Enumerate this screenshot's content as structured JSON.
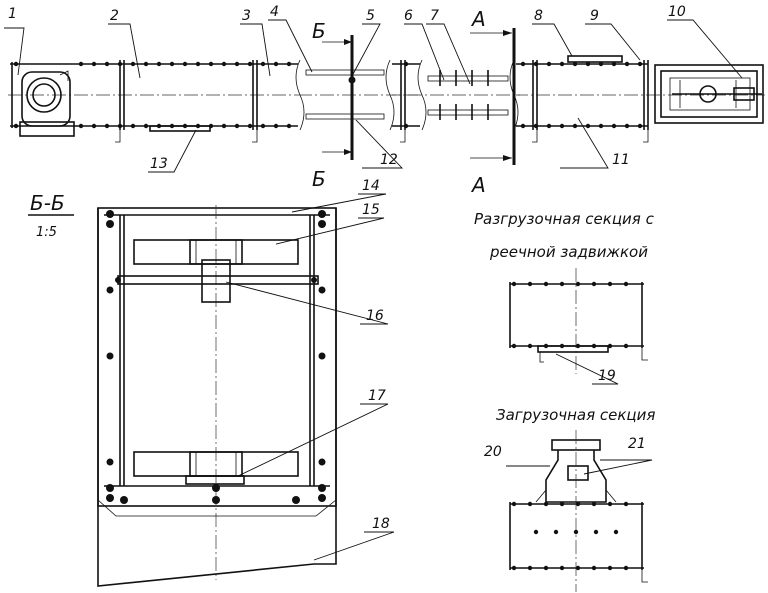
{
  "callouts": [
    "1",
    "2",
    "3",
    "4",
    "5",
    "6",
    "7",
    "8",
    "9",
    "10",
    "11",
    "12",
    "13",
    "14",
    "15",
    "16",
    "17",
    "18",
    "19",
    "20",
    "21"
  ],
  "section_marks": {
    "b_top": "Б",
    "b_bottom": "Б",
    "a_top": "А",
    "a_bottom": "А"
  },
  "section_view": {
    "title": "Б-Б",
    "scale": "1:5"
  },
  "unload_section": {
    "line1": "Разгрузочная секция с",
    "line2": "реечной задвижкой"
  },
  "load_section": {
    "title": "Загрузочная секция"
  }
}
